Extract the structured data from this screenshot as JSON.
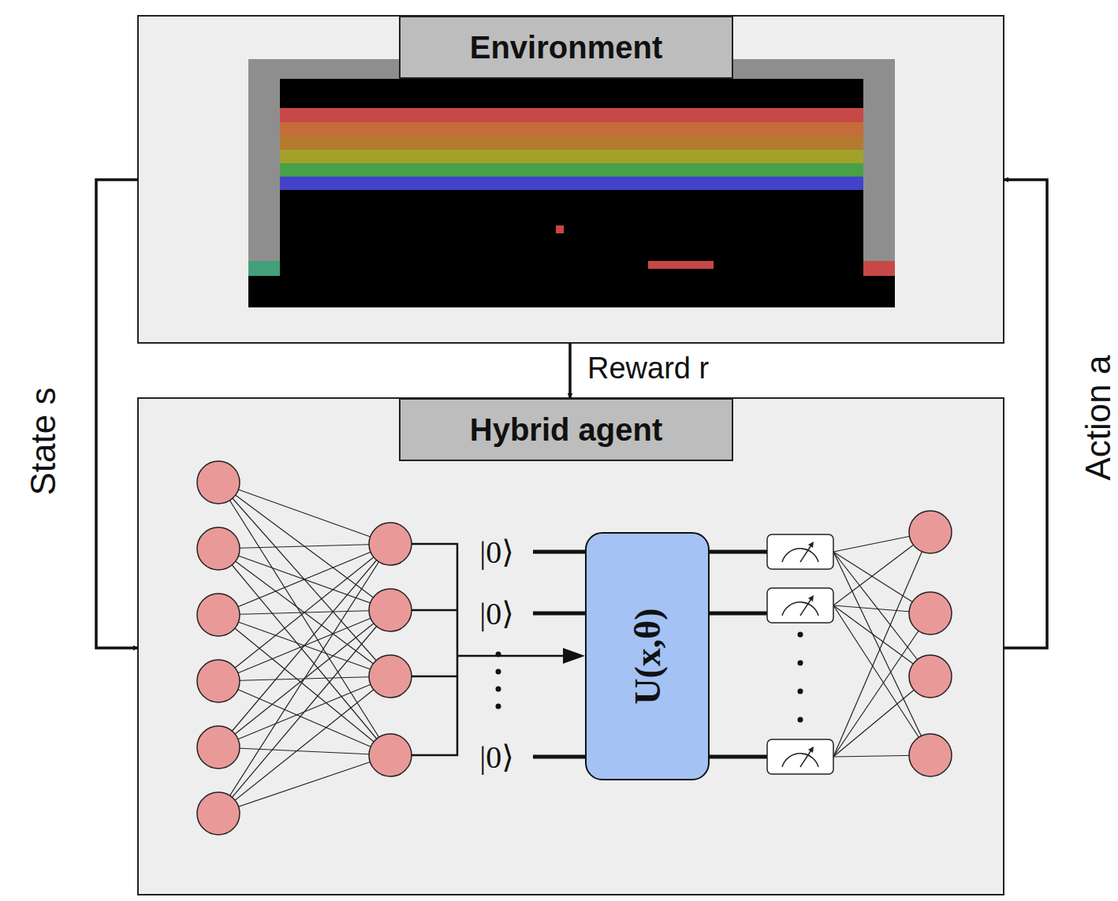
{
  "diagram": {
    "nodes": [
      {
        "text": [
          "Environment"
        ]
      },
      {
        "text": [
          "Hybrid agent"
        ]
      },
      {
        "text": [
          "U(x,θ)"
        ],
        "in": 1
      }
    ],
    "edges": [
      {
        "from": 0,
        "to": 1,
        "label": "State s",
        "arrow": "to"
      },
      {
        "from": 0,
        "to": 1,
        "label": "Reward r",
        "arrow": "to"
      },
      {
        "from": 1,
        "to": 0,
        "label": "Action a",
        "arrow": "to"
      }
    ],
    "labels": [
      "|0⟩",
      "|0⟩",
      "|0⟩"
    ]
  }
}
